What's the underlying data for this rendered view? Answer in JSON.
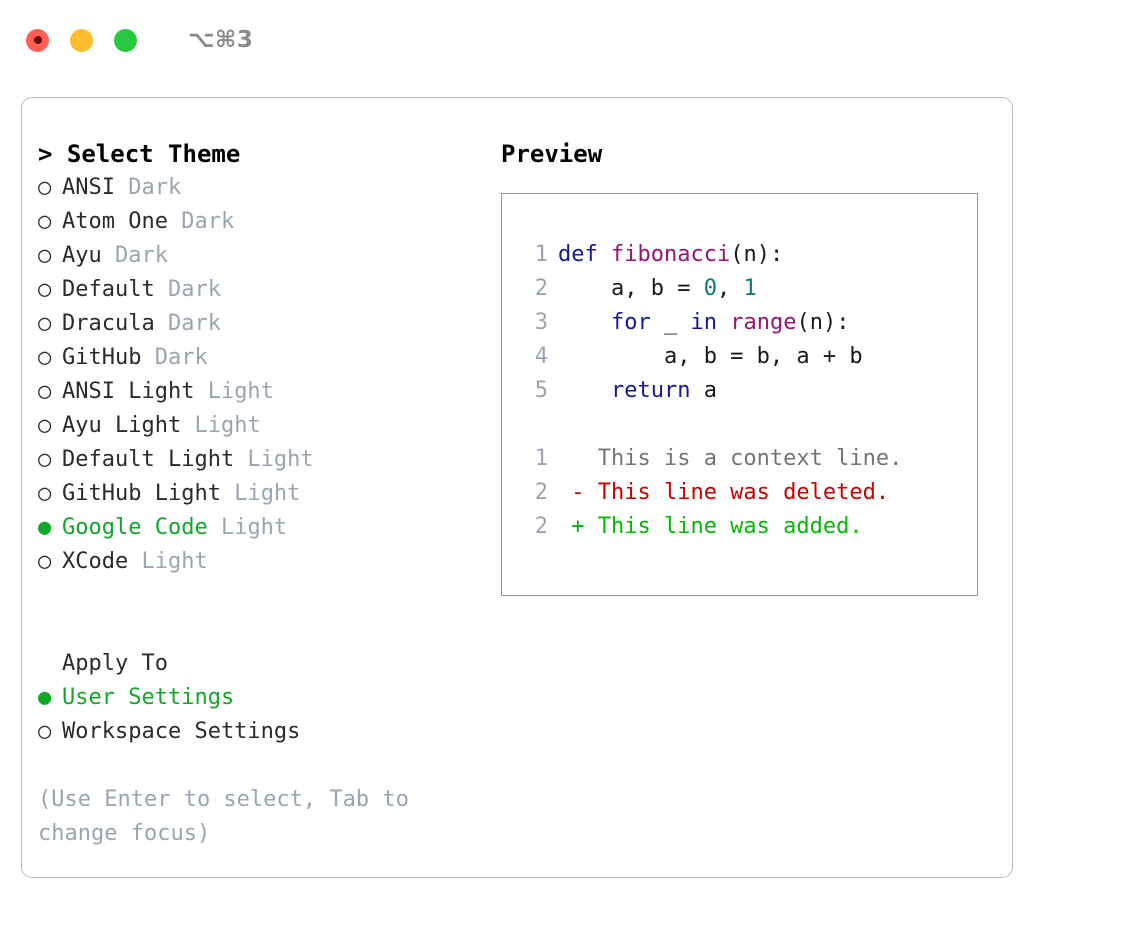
{
  "titlebar": {
    "buttons": [
      {
        "name": "close",
        "color": "#ff5f57"
      },
      {
        "name": "minimize",
        "color": "#febc2e"
      },
      {
        "name": "zoom",
        "color": "#28c840"
      }
    ],
    "shortcut": "⌥⌘3"
  },
  "left": {
    "prompt": "> ",
    "title": "Select Theme",
    "themes": [
      {
        "marker": "○ ",
        "name": "ANSI",
        "tag": " Dark",
        "selected": false
      },
      {
        "marker": "○ ",
        "name": "Atom One",
        "tag": " Dark",
        "selected": false
      },
      {
        "marker": "○ ",
        "name": "Ayu",
        "tag": " Dark",
        "selected": false
      },
      {
        "marker": "○ ",
        "name": "Default",
        "tag": " Dark",
        "selected": false
      },
      {
        "marker": "○ ",
        "name": "Dracula",
        "tag": " Dark",
        "selected": false
      },
      {
        "marker": "○ ",
        "name": "GitHub",
        "tag": " Dark",
        "selected": false
      },
      {
        "marker": "○ ",
        "name": "ANSI Light",
        "tag": " Light",
        "selected": false
      },
      {
        "marker": "○ ",
        "name": "Ayu Light",
        "tag": " Light",
        "selected": false
      },
      {
        "marker": "○ ",
        "name": "Default Light",
        "tag": " Light",
        "selected": false
      },
      {
        "marker": "○ ",
        "name": "GitHub Light",
        "tag": " Light",
        "selected": false
      },
      {
        "marker": "● ",
        "name": "Google Code",
        "tag": " Light",
        "selected": true
      },
      {
        "marker": "○ ",
        "name": "XCode",
        "tag": " Light",
        "selected": false
      }
    ],
    "apply_to": {
      "title": "Apply To",
      "options": [
        {
          "marker": "● ",
          "name": "User Settings",
          "selected": true
        },
        {
          "marker": "○ ",
          "name": "Workspace Settings",
          "selected": false
        }
      ]
    },
    "hint": "(Use Enter to select, Tab to change focus)"
  },
  "right": {
    "title": "Preview",
    "code_lines": [
      {
        "num": "1",
        "tokens": [
          {
            "t": "def ",
            "c": "kw"
          },
          {
            "t": "fibonacci",
            "c": "fn"
          },
          {
            "t": "(n):",
            "c": "txt"
          }
        ]
      },
      {
        "num": "2",
        "tokens": [
          {
            "t": "    a, b = ",
            "c": "txt"
          },
          {
            "t": "0",
            "c": "num"
          },
          {
            "t": ", ",
            "c": "txt"
          },
          {
            "t": "1",
            "c": "num"
          }
        ]
      },
      {
        "num": "3",
        "tokens": [
          {
            "t": "    ",
            "c": "txt"
          },
          {
            "t": "for",
            "c": "kw"
          },
          {
            "t": " _ ",
            "c": "txt"
          },
          {
            "t": "in",
            "c": "kw"
          },
          {
            "t": " ",
            "c": "txt"
          },
          {
            "t": "range",
            "c": "fn"
          },
          {
            "t": "(n):",
            "c": "txt"
          }
        ]
      },
      {
        "num": "4",
        "tokens": [
          {
            "t": "        a, b = b, a + b",
            "c": "txt"
          }
        ]
      },
      {
        "num": "5",
        "tokens": [
          {
            "t": "    ",
            "c": "txt"
          },
          {
            "t": "return",
            "c": "kw"
          },
          {
            "t": " a",
            "c": "txt"
          }
        ]
      }
    ],
    "diff_lines": [
      {
        "num": "1",
        "tokens": [
          {
            "t": "   This is a context line.",
            "c": "ctx"
          }
        ]
      },
      {
        "num": "2",
        "tokens": [
          {
            "t": " - This line was deleted.",
            "c": "del"
          }
        ]
      },
      {
        "num": "2",
        "tokens": [
          {
            "t": " + This line was added.",
            "c": "add"
          }
        ]
      }
    ]
  },
  "colors": {
    "accent_green": "#0fa828",
    "tag_gray": "#9aa5b1",
    "keyword": "#15179e",
    "function": "#9b1274",
    "number": "#0b7a78",
    "diff_deleted": "#cc0000",
    "diff_added": "#00bb00",
    "panel_border": "#b2bcc8",
    "preview_border": "#8c99a8"
  }
}
